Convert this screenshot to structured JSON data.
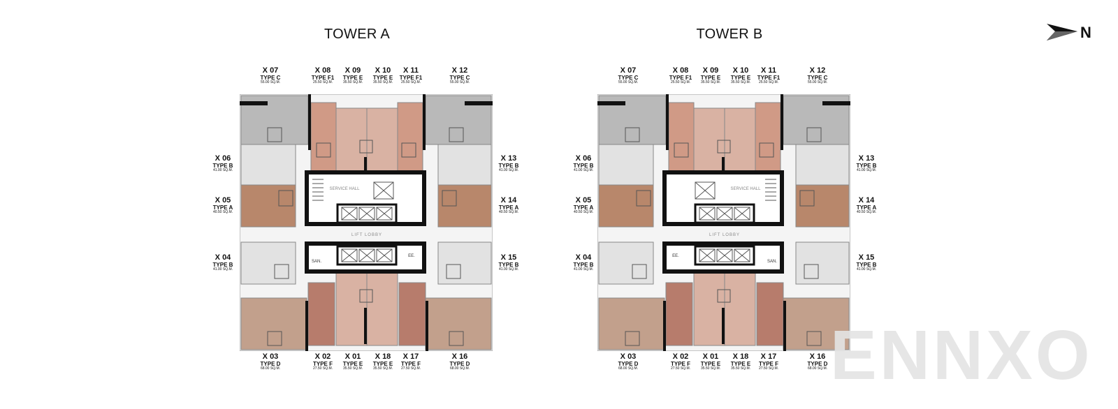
{
  "compass": {
    "letter": "N"
  },
  "watermark": {
    "text": "ENNXO"
  },
  "towers": [
    {
      "title": "TOWER A",
      "service_hall": "SERVICE HALL",
      "lift_lobby": "LIFT LOBBY",
      "room_left": "SAN.",
      "room_right": "EE.",
      "units": {
        "x07": {
          "code": "X 07",
          "type": "TYPE C",
          "area": "55.00 SQ.M."
        },
        "x08": {
          "code": "X 08",
          "type": "TYPE F1",
          "area": "25.50 SQ.M."
        },
        "x09": {
          "code": "X 09",
          "type": "TYPE E",
          "area": "35.50 SQ.M."
        },
        "x10": {
          "code": "X 10",
          "type": "TYPE E",
          "area": "35.50 SQ.M."
        },
        "x11": {
          "code": "X 11",
          "type": "TYPE F1",
          "area": "25.50 SQ.M."
        },
        "x12": {
          "code": "X 12",
          "type": "TYPE C",
          "area": "55.00 SQ.M."
        },
        "x06": {
          "code": "X 06",
          "type": "TYPE B",
          "area": "41.00 SQ.M."
        },
        "x05": {
          "code": "X 05",
          "type": "TYPE A",
          "area": "40.50 SQ.M."
        },
        "x04": {
          "code": "X 04",
          "type": "TYPE B",
          "area": "41.00 SQ.M."
        },
        "x13": {
          "code": "X 13",
          "type": "TYPE B",
          "area": "41.00 SQ.M."
        },
        "x14": {
          "code": "X 14",
          "type": "TYPE A",
          "area": "40.50 SQ.M."
        },
        "x15": {
          "code": "X 15",
          "type": "TYPE B",
          "area": "41.00 SQ.M."
        },
        "x03": {
          "code": "X 03",
          "type": "TYPE D",
          "area": "68.00 SQ.M."
        },
        "x02": {
          "code": "X 02",
          "type": "TYPE F",
          "area": "27.50 SQ.M."
        },
        "x01": {
          "code": "X 01",
          "type": "TYPE E",
          "area": "35.50 SQ.M."
        },
        "x18": {
          "code": "X 18",
          "type": "TYPE E",
          "area": "35.50 SQ.M."
        },
        "x17": {
          "code": "X 17",
          "type": "TYPE F",
          "area": "27.50 SQ.M."
        },
        "x16": {
          "code": "X 16",
          "type": "TYPE D",
          "area": "68.00 SQ.M."
        }
      }
    },
    {
      "title": "TOWER B",
      "service_hall": "SERVICE HALL",
      "lift_lobby": "LIFT LOBBY",
      "room_left": "EE.",
      "room_right": "SAN.",
      "units": {
        "x07": {
          "code": "X 07",
          "type": "TYPE C",
          "area": "55.00 SQ.M."
        },
        "x08": {
          "code": "X 08",
          "type": "TYPE F1",
          "area": "25.50 SQ.M."
        },
        "x09": {
          "code": "X 09",
          "type": "TYPE E",
          "area": "35.50 SQ.M."
        },
        "x10": {
          "code": "X 10",
          "type": "TYPE E",
          "area": "35.50 SQ.M."
        },
        "x11": {
          "code": "X 11",
          "type": "TYPE F1",
          "area": "25.50 SQ.M."
        },
        "x12": {
          "code": "X 12",
          "type": "TYPE C",
          "area": "55.00 SQ.M."
        },
        "x06": {
          "code": "X 06",
          "type": "TYPE B",
          "area": "41.00 SQ.M."
        },
        "x05": {
          "code": "X 05",
          "type": "TYPE A",
          "area": "40.50 SQ.M."
        },
        "x04": {
          "code": "X 04",
          "type": "TYPE B",
          "area": "41.00 SQ.M."
        },
        "x13": {
          "code": "X 13",
          "type": "TYPE B",
          "area": "41.00 SQ.M."
        },
        "x14": {
          "code": "X 14",
          "type": "TYPE A",
          "area": "40.50 SQ.M."
        },
        "x15": {
          "code": "X 15",
          "type": "TYPE B",
          "area": "41.00 SQ.M."
        },
        "x03": {
          "code": "X 03",
          "type": "TYPE D",
          "area": "68.00 SQ.M."
        },
        "x02": {
          "code": "X 02",
          "type": "TYPE F",
          "area": "27.50 SQ.M."
        },
        "x01": {
          "code": "X 01",
          "type": "TYPE E",
          "area": "35.50 SQ.M."
        },
        "x18": {
          "code": "X 18",
          "type": "TYPE E",
          "area": "35.50 SQ.M."
        },
        "x17": {
          "code": "X 17",
          "type": "TYPE F",
          "area": "27.50 SQ.M."
        },
        "x16": {
          "code": "X 16",
          "type": "TYPE D",
          "area": "68.00 SQ.M."
        }
      }
    }
  ],
  "colors": {
    "type_a": "#b8876b",
    "type_b": "#e2e2e2",
    "type_c": "#b9b9b9",
    "type_d": "#c2a08c",
    "type_e": "#d9b2a3",
    "type_f": "#b77c6c",
    "type_f1": "#d09a86",
    "core": "#111111",
    "corridor": "#f4f4f4"
  }
}
